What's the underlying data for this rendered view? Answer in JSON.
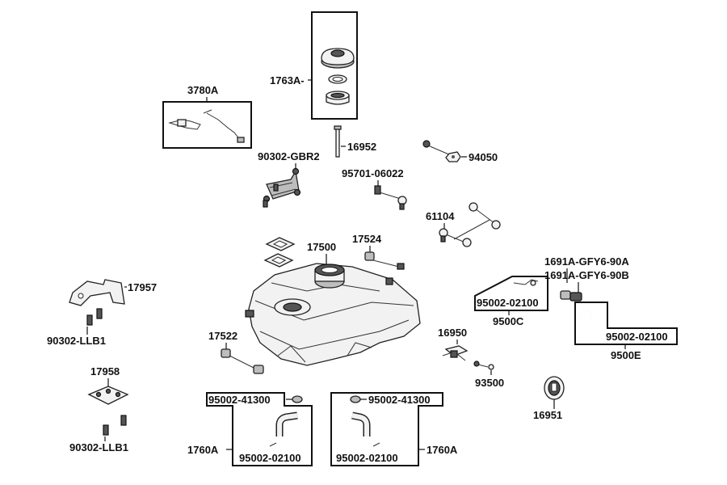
{
  "labels": {
    "p1763A": "1763A-",
    "p3780A": "3780A",
    "p16952": "16952",
    "p90302GBR2": "90302-GBR2",
    "p94050": "94050",
    "p95701": "95701-06022",
    "p61104": "61104",
    "p17524": "17524",
    "p17500": "17500",
    "p17957": "17957",
    "p90302LLB1a": "90302-LLB1",
    "p1691Aa": "1691A-GFY6-90A",
    "p1691Ab": "1691A-GFY6-90B",
    "p95002_02100_c": "95002-02100",
    "p9500C": "9500C",
    "p95002_02100_e": "95002-02100",
    "p9500E": "9500E",
    "p17522": "17522",
    "p16950": "16950",
    "p93500": "93500",
    "p17958": "17958",
    "p90302LLB1b": "90302-LLB1",
    "p95002_41300_l": "95002-41300",
    "p1760A_l": "1760A",
    "p95002_02100_l": "95002-02100",
    "p95002_41300_r": "95002-41300",
    "p1760A_r": "1760A",
    "p95002_02100_r": "95002-02100",
    "p16951": "16951"
  }
}
